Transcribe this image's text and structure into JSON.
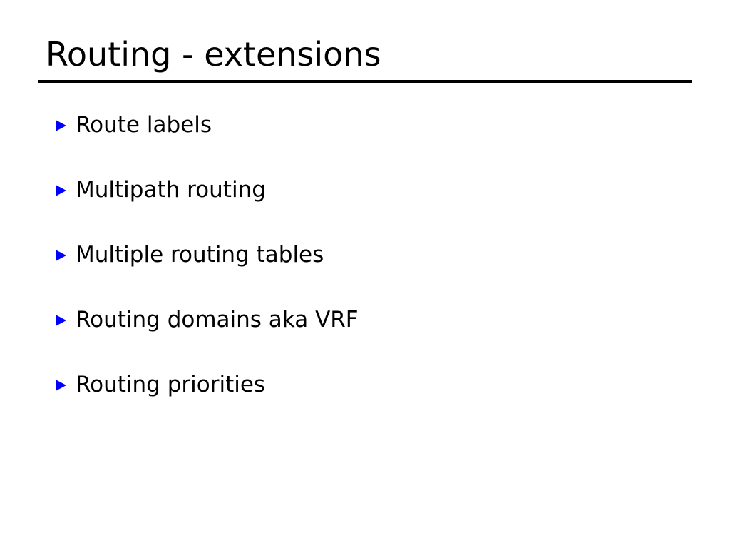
{
  "slide": {
    "title": "Routing - extensions",
    "background_color": "#ffffff",
    "title_color": "#000000",
    "rule_color": "#000000",
    "bullet_color": "#0000ff",
    "body_text_color": "#000000",
    "bullet_icon": "triangle-right-icon",
    "bullets": [
      {
        "label": "Route labels"
      },
      {
        "label": "Multipath routing"
      },
      {
        "label": "Multiple routing tables"
      },
      {
        "label": "Routing domains aka VRF"
      },
      {
        "label": "Routing priorities"
      }
    ]
  }
}
